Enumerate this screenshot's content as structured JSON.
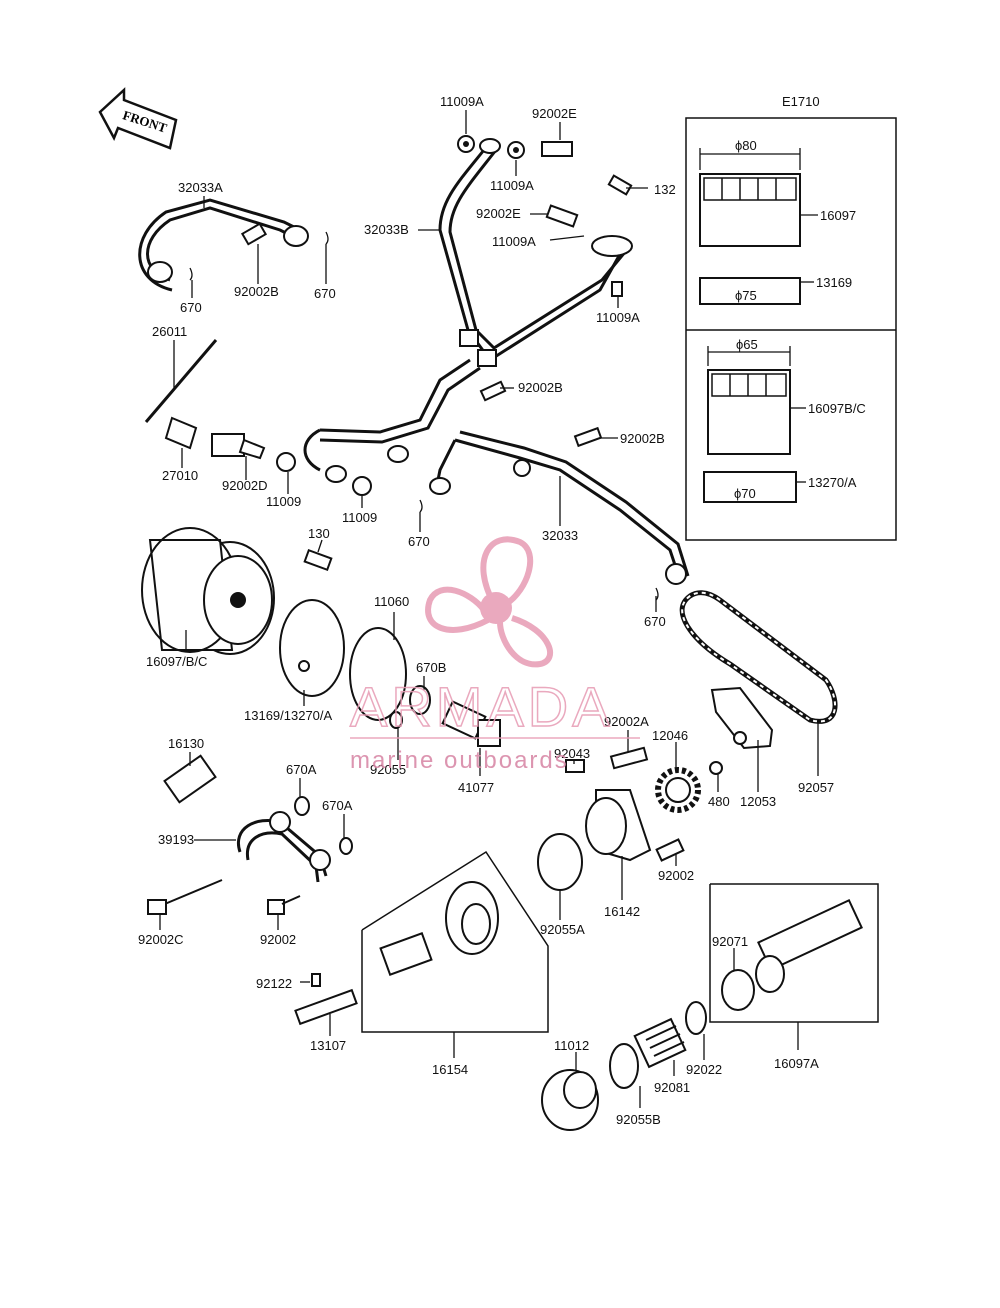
{
  "diagram_code": "E1710",
  "front_arrow_label": "FRONT",
  "inset_top": {
    "dia_top": "ϕ80",
    "dia_bottom": "ϕ75",
    "filter_part": "16097",
    "gasket_part": "13169"
  },
  "inset_bottom": {
    "dia_top": "ϕ65",
    "dia_bottom": "ϕ70",
    "filter_part": "16097B/C",
    "gasket_part": "13270/A"
  },
  "part_labels": {
    "p11009A_a": "11009A",
    "p92002E_a": "92002E",
    "p11009A_b": "11009A",
    "p132": "132",
    "p92002E_b": "92002E",
    "p11009A_c": "11009A",
    "p11009A_d": "11009A",
    "p32033A": "32033A",
    "p32033B": "32033B",
    "p670_a": "670",
    "p92002B_a": "92002B",
    "p670_b": "670",
    "p26011": "26011",
    "p92002B_b": "92002B",
    "p92002B_c": "92002B",
    "p27010": "27010",
    "p92002D": "92002D",
    "p11009_a": "11009",
    "p11009_b": "11009",
    "p670_c": "670",
    "p32033": "32033",
    "p130": "130",
    "p11060": "11060",
    "p670_d": "670",
    "p16097BC": "16097/B/C",
    "p670B": "670B",
    "p13169_13270A": "13169/13270/A",
    "p92055": "92055",
    "p92002A": "92002A",
    "p12046": "12046",
    "p92043": "92043",
    "p41077": "41077",
    "p16130": "16130",
    "p670A_a": "670A",
    "p670A_b": "670A",
    "p39193": "39193",
    "p480": "480",
    "p12053": "12053",
    "p92057": "92057",
    "p92002_a": "92002",
    "p92002C": "92002C",
    "p92002_b": "92002",
    "p92055A": "92055A",
    "p16142": "16142",
    "p92071": "92071",
    "p92122": "92122",
    "p13107": "13107",
    "p16154": "16154",
    "p11012": "11012",
    "p92022": "92022",
    "p92081": "92081",
    "p16097A": "16097A",
    "p92055B": "92055B"
  },
  "watermark": {
    "brand": "ARMADA",
    "tagline": "marine outboards",
    "color": "#e8a0b8"
  }
}
